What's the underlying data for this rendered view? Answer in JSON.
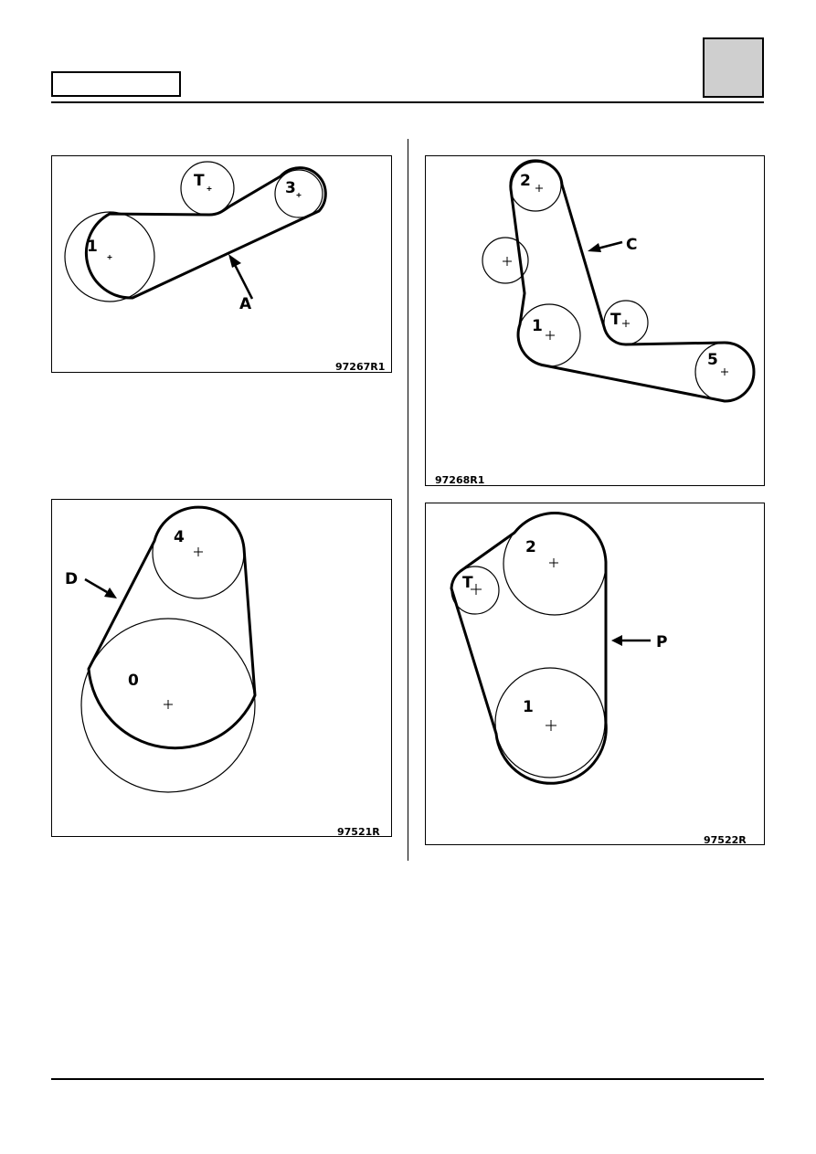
{
  "header": {
    "title_box": "",
    "tab": ""
  },
  "diagrams": [
    {
      "ref": "97267R1",
      "labels": {
        "pulley_1": "1",
        "tensioner": "T",
        "pulley_3": "3",
        "belt": "A"
      }
    },
    {
      "ref": "97268R1",
      "labels": {
        "pulley_2": "2",
        "belt": "C",
        "pulley_1": "1",
        "tensioner": "T",
        "pulley_5": "5"
      }
    },
    {
      "ref": "97521R",
      "labels": {
        "pulley_4": "4",
        "belt": "D",
        "pulley_0": "0"
      }
    },
    {
      "ref": "97522R",
      "labels": {
        "pulley_2": "2",
        "tensioner": "T",
        "belt": "P",
        "pulley_1": "1"
      }
    }
  ]
}
